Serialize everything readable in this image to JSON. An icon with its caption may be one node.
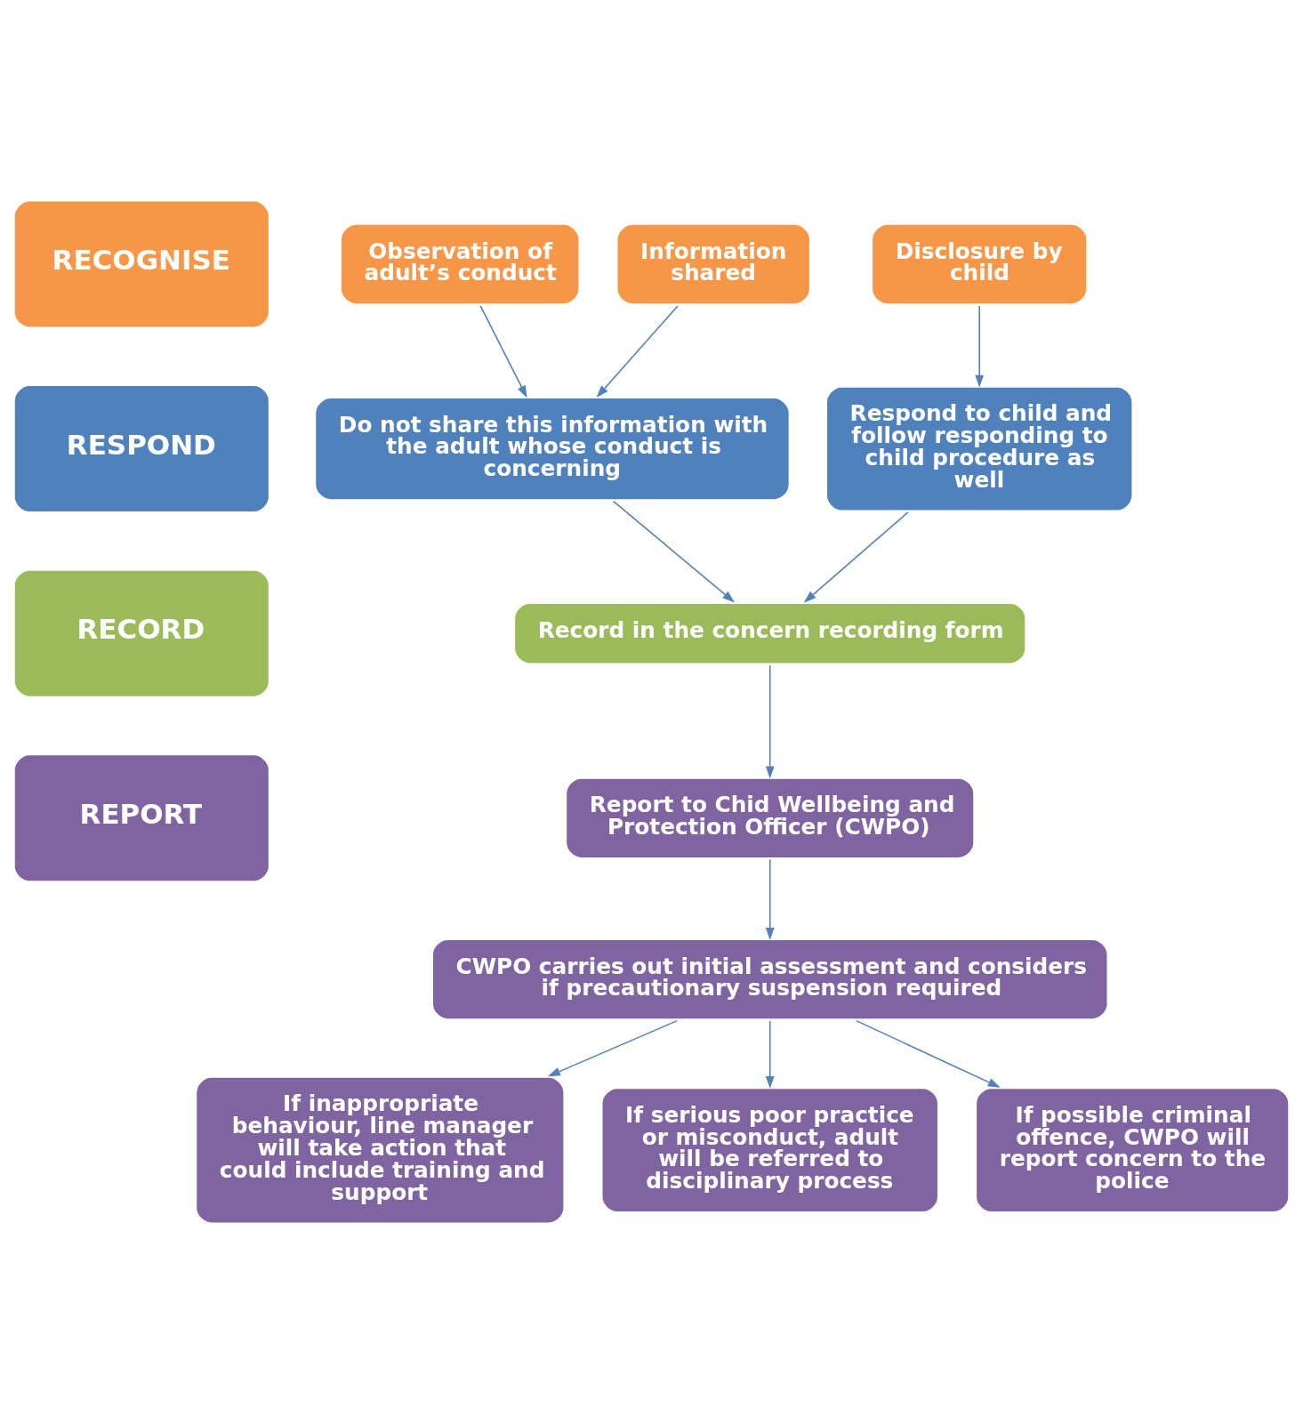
{
  "diagram": {
    "nodes": [
      {
        "text": [
          "RECOGNISE"
        ]
      },
      {
        "text": [
          "Observation of adult’s conduct"
        ]
      },
      {
        "text": [
          "Information shared"
        ]
      },
      {
        "text": [
          "Disclosure by child"
        ]
      },
      {
        "text": [
          "RESPOND"
        ]
      },
      {
        "text": [
          "Do not share this information with the adult whose conduct is concerning"
        ]
      },
      {
        "text": [
          "Respond to child and follow responding to child procedure as well"
        ]
      },
      {
        "text": [
          "RECORD"
        ]
      },
      {
        "text": [
          "Record in the concern recording form"
        ]
      },
      {
        "text": [
          "REPORT"
        ]
      },
      {
        "text": [
          "Report to Chid Wellbeing and Protection Officer (CWPO)"
        ]
      },
      {
        "text": [
          "CWPO carries out initial assessment and considers if precautionary suspension required"
        ]
      },
      {
        "text": [
          "If inappropriate behaviour, line manager will take action that could include training and support"
        ]
      },
      {
        "text": [
          "If serious poor practice or misconduct, adult will be referred to disciplinary process"
        ]
      },
      {
        "text": [
          "If possible criminal offence, CWPO will report concern to the police"
        ]
      }
    ],
    "edges": [
      {
        "from": 1,
        "to": 5,
        "arrow": "to"
      },
      {
        "from": 2,
        "to": 5,
        "arrow": "to"
      },
      {
        "from": 3,
        "to": 6,
        "arrow": "to"
      },
      {
        "from": 5,
        "to": 8,
        "arrow": "to"
      },
      {
        "from": 6,
        "to": 8,
        "arrow": "to"
      },
      {
        "from": 8,
        "to": 10,
        "arrow": "to"
      },
      {
        "from": 10,
        "to": 11,
        "arrow": "to"
      },
      {
        "from": 11,
        "to": 12,
        "arrow": "to"
      },
      {
        "from": 11,
        "to": 13,
        "arrow": "to"
      },
      {
        "from": 11,
        "to": 14,
        "arrow": "to"
      }
    ]
  }
}
